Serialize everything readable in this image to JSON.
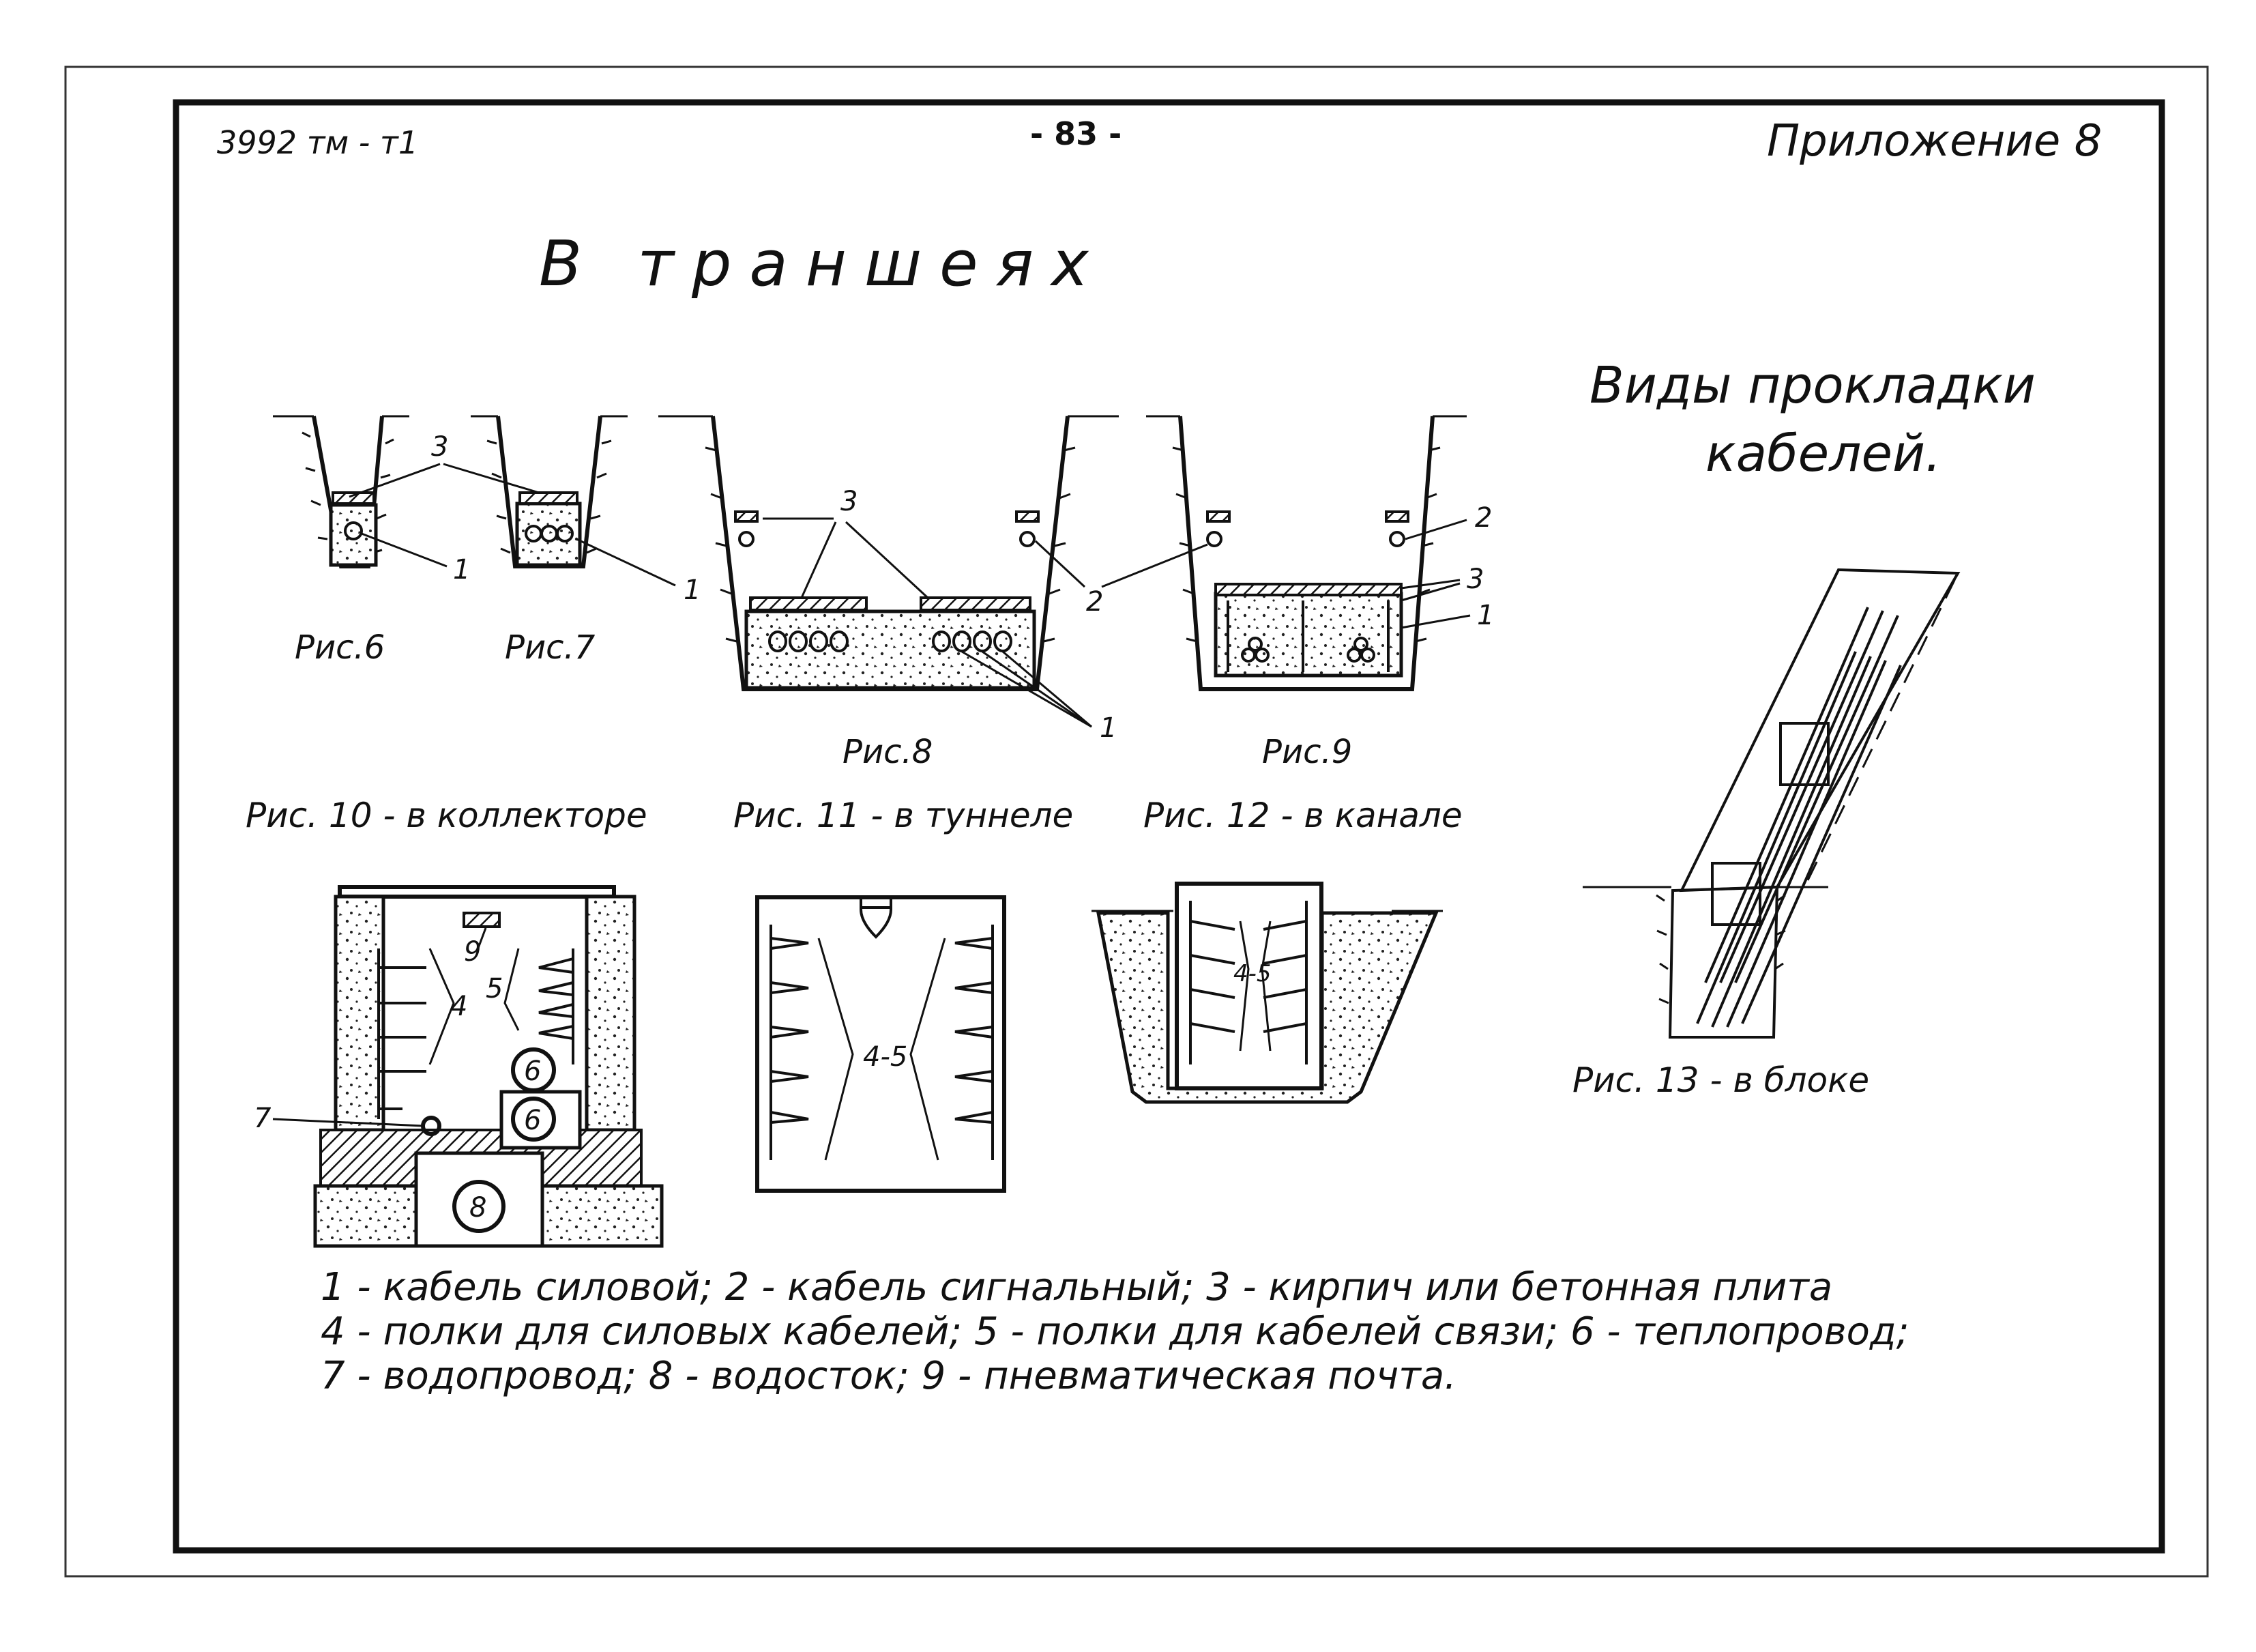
{
  "header": {
    "doc_code": "3992 тм - т1",
    "page_number": "- 83 -",
    "appendix": "Приложение 8"
  },
  "titles": {
    "trenches": "В траншеях",
    "types_line1": "Виды прокладки",
    "types_line2": "кабелей."
  },
  "figures": {
    "fig6": "Рис.6",
    "fig7": "Рис.7",
    "fig8": "Рис.8",
    "fig9": "Рис.9",
    "fig10": "Рис. 10 - в коллекторе",
    "fig11": "Рис. 11 - в туннеле",
    "fig12": "Рис. 12 - в канале",
    "fig13": "Рис. 13 - в блоке"
  },
  "callouts": {
    "n1": "1",
    "n2": "2",
    "n3": "3",
    "n4": "4",
    "n5": "5",
    "n6": "6",
    "n7": "7",
    "n8": "8",
    "n9": "9",
    "n45": "4-5"
  },
  "legend": {
    "line1": "1 - кабель силовой; 2 - кабель сигнальный; 3 - кирпич или бетонная плита",
    "line2": "4 - полки для силовых кабелей; 5 - полки для кабелей связи; 6 - теплопровод;",
    "line3": "7 - водопровод; 8 - водосток; 9 - пневматическая почта."
  }
}
